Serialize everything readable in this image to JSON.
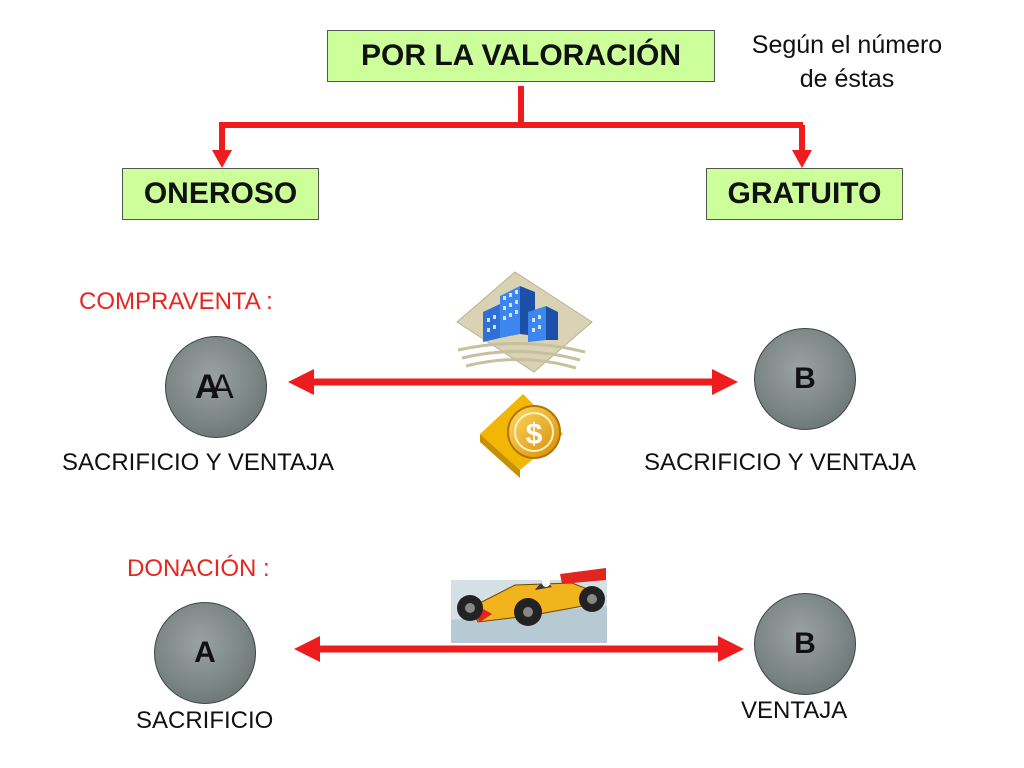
{
  "top": {
    "label": "POR LA VALORACIÓN",
    "note_line1": "Según el número",
    "note_line2": "de éstas"
  },
  "branches": {
    "left": "ONEROSO",
    "right": "GRATUITO"
  },
  "compraventa": {
    "title": "COMPRAVENTA :",
    "party_a": "A",
    "party_b": "B",
    "caption_a": "SACRIFICIO Y VENTAJA",
    "caption_b": "SACRIFICIO Y VENTAJA"
  },
  "donacion": {
    "title": "DONACIÓN :",
    "party_a": "A",
    "party_b": "B",
    "caption_a": "SACRIFICIO",
    "caption_b": "VENTAJA"
  },
  "colors": {
    "arrow": "#ee1c1c",
    "box_fill": "#ccff99",
    "label_red": "#e8251f",
    "circle": "#7b8584"
  },
  "icons": [
    "buildings-icon",
    "dollar-coin-icon",
    "race-car-icon"
  ]
}
